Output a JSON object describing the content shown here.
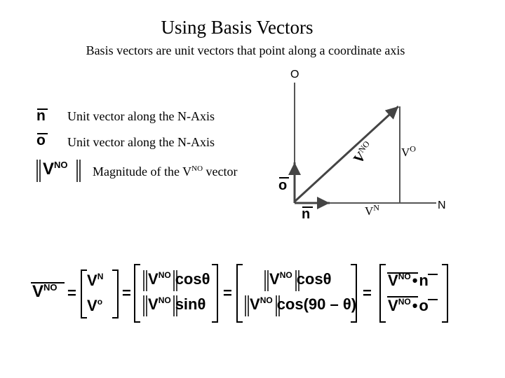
{
  "slide": {
    "title": "Using Basis Vectors",
    "subtitle": "Basis vectors are unit vectors that point along a coordinate axis"
  },
  "legend": {
    "n_symbol": "n",
    "n_text": "Unit vector along the N-Axis",
    "o_symbol": "o",
    "o_text": "Unit vector along the N-Axis",
    "mag_symbol": "V",
    "mag_superscript": "NO",
    "mag_text_before": "Magnitude of the V",
    "mag_text_sup": "NO",
    "mag_text_after": " vector"
  },
  "diagram": {
    "axis_o_label": "O",
    "axis_n_label": "N",
    "vector_label": "V",
    "vector_label_sup": "NO",
    "vo_label": "V",
    "vo_sup": "O",
    "vn_label": "V",
    "vn_sup": "N",
    "o_hat": "o",
    "n_hat": "n"
  },
  "equation": {
    "lhs": "V",
    "lhs_sup": "NO",
    "eq": "=",
    "col1_top": "V",
    "col1_top_sup": "N",
    "col1_bot": "V",
    "col1_bot_sup": "o",
    "col2_top_v": "V",
    "col2_top_sup": "NO",
    "col2_top_fn": "cosθ",
    "col2_bot_v": "V",
    "col2_bot_sup": "NO",
    "col2_bot_fn": "sinθ",
    "col3_top_v": "V",
    "col3_top_sup": "NO",
    "col3_top_fn": "cosθ",
    "col3_bot_v": "V",
    "col3_bot_sup": "NO",
    "col3_bot_fn": "cos(90 – θ)",
    "col4_top_v": "V",
    "col4_top_sup": "NO",
    "col4_top_dot": "•",
    "col4_top_unit": "n",
    "col4_bot_v": "V",
    "col4_bot_sup": "NO",
    "col4_bot_dot": "•",
    "col4_bot_unit": "o"
  }
}
